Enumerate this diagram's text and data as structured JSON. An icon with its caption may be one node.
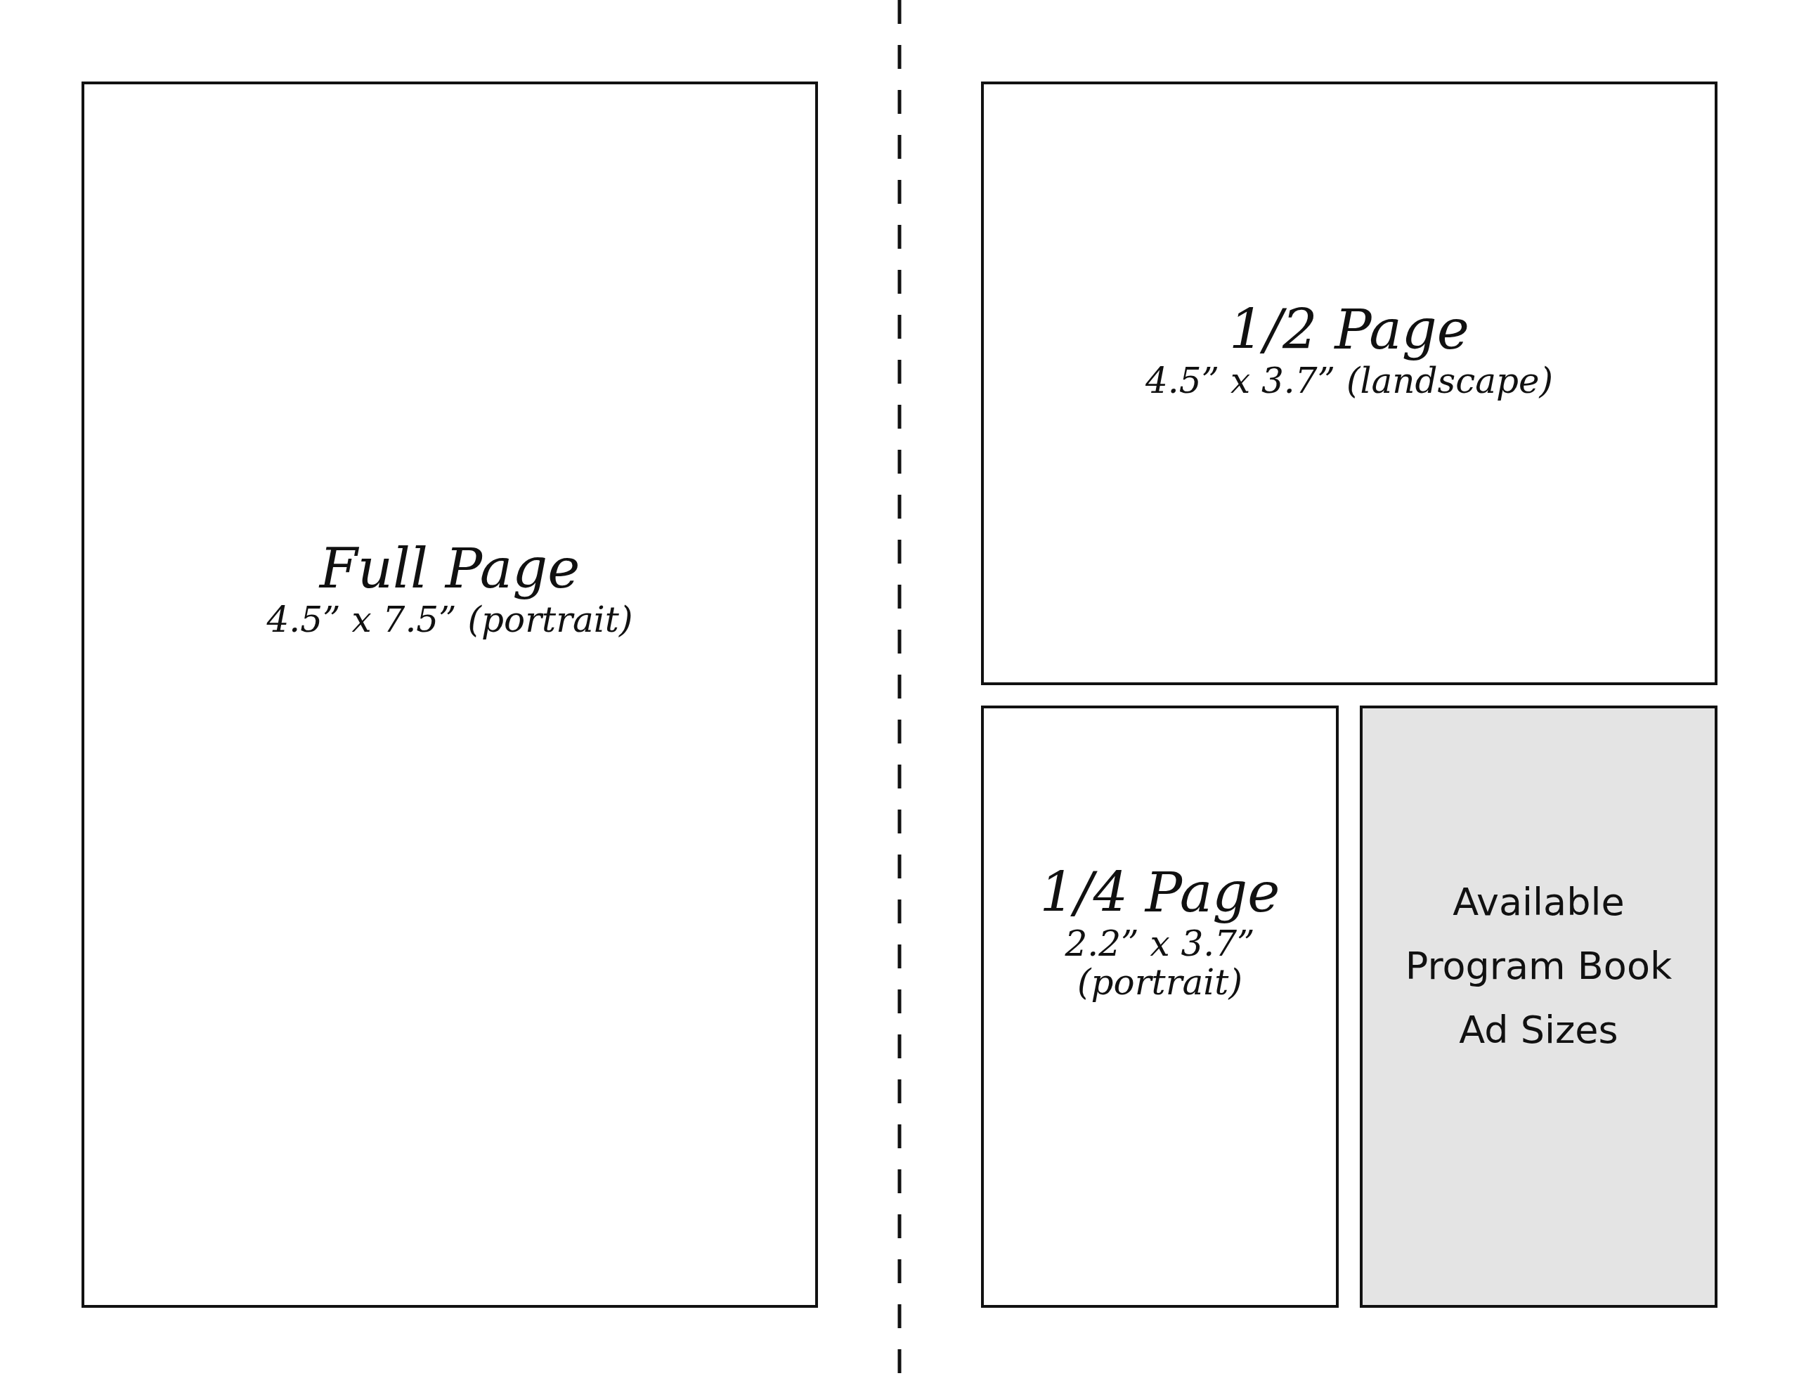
{
  "diagram": {
    "nodes": [
      {
        "text": [
          "Full Page",
          "4.5” x 7.5” (portrait)"
        ]
      },
      {
        "text": [
          "1/2 Page",
          "4.5” x 3.7” (landscape)"
        ]
      },
      {
        "text": [
          "1/4 Page",
          "2.2” x 3.7” (portrait)"
        ]
      },
      {
        "text": [
          "Available Program Book Ad Sizes"
        ]
      }
    ]
  }
}
